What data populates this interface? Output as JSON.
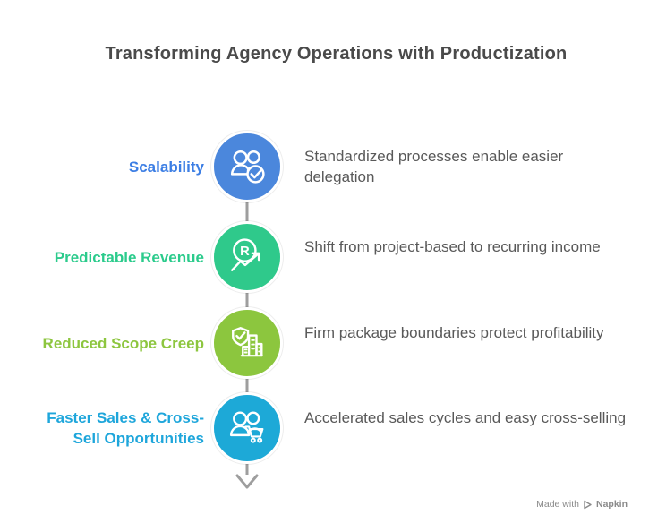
{
  "title": "Transforming Agency Operations with Productization",
  "colors": {
    "title_text": "#4A4A4A",
    "description_text": "#595959",
    "timeline_line": "#9E9E9E",
    "watermark_text": "#8A8A8A"
  },
  "items": [
    {
      "label": "Scalability",
      "description": "Standardized processes enable easier delegation",
      "icon": "people-check-icon",
      "label_color": "#3C7EE4",
      "circle_color": "#4B87DC"
    },
    {
      "label": "Predictable Revenue",
      "description": "Shift from project-based to recurring income",
      "icon": "registered-trend-icon",
      "label_color": "#2BCB8C",
      "circle_color": "#2FC98B"
    },
    {
      "label": "Reduced Scope Creep",
      "description": "Firm package boundaries protect profitability",
      "icon": "shield-building-icon",
      "label_color": "#8DC63F",
      "circle_color": "#8CC63E"
    },
    {
      "label": "Faster Sales & Cross-Sell Opportunities",
      "description": "Accelerated sales cycles and easy cross-selling",
      "icon": "people-cart-icon",
      "label_color": "#1EA6DB",
      "circle_color": "#1DA9D7"
    }
  ],
  "watermark": {
    "text": "Made with",
    "brand": "Napkin"
  }
}
